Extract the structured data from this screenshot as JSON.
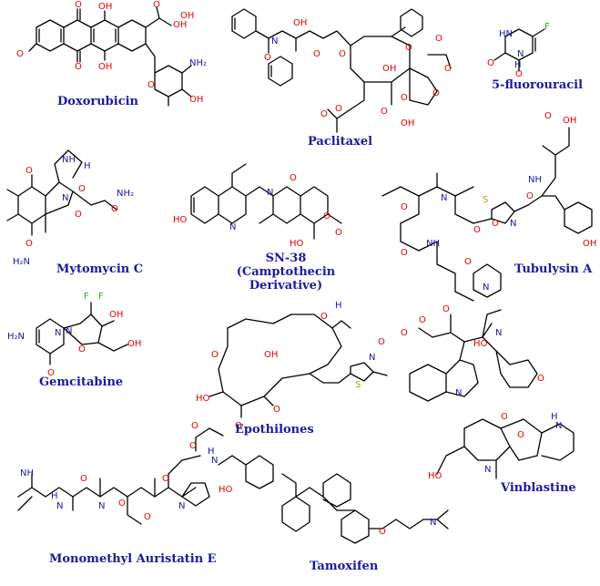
{
  "molecules": [
    {
      "id": "doxorubicin",
      "label": "Doxorubicin"
    },
    {
      "id": "paclitaxel",
      "label": "Paclitaxel"
    },
    {
      "id": "fluorouracil",
      "label": "5-fluorouracil"
    },
    {
      "id": "mytomycin",
      "label": "Mytomycin C"
    },
    {
      "id": "sn38",
      "label": "SN-38 (Camptothecin Derivative)"
    },
    {
      "id": "tubulysin",
      "label": "Tubulysin A"
    },
    {
      "id": "gemcitabine",
      "label": "Gemcitabine"
    },
    {
      "id": "epothilones",
      "label": "Epothilones"
    },
    {
      "id": "vinblastine",
      "label": "Vinblastine"
    },
    {
      "id": "mmae",
      "label": "Monomethyl Auristatin E"
    },
    {
      "id": "tamoxifen",
      "label": "Tamoxifen"
    }
  ],
  "atom_colors": {
    "oxygen": "#e00000",
    "nitrogen": "#1a1a9c",
    "sulfur": "#b8a000",
    "fluorine": "#20b030"
  }
}
